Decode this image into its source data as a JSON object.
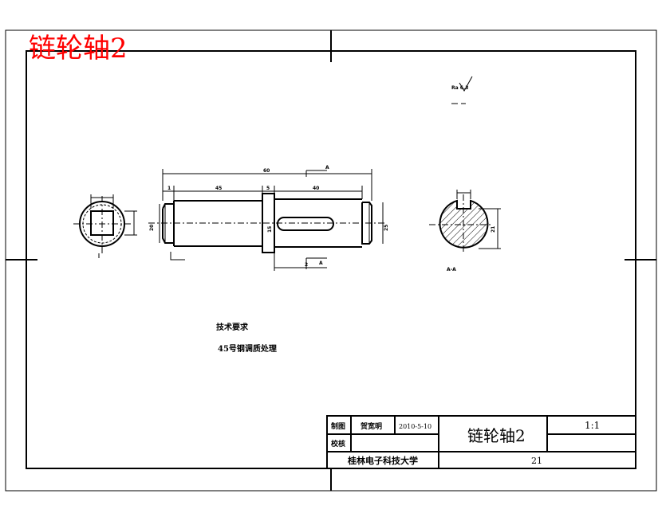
{
  "drawing": {
    "big_title": "链轮轴2",
    "tech_heading": "技术要求",
    "tech_note": "45号钢调质处理",
    "section_view_label": "A-A",
    "roughness_note": "Ra 6.3"
  },
  "title_block": {
    "drawn_label": "制图",
    "drawn_by": "贺宽明",
    "date": "2010-5-10",
    "check_label": "校核",
    "part_name": "链轮轴2",
    "scale": "1:1",
    "school": "桂林电子科技大学",
    "drawing_no": "21"
  }
}
